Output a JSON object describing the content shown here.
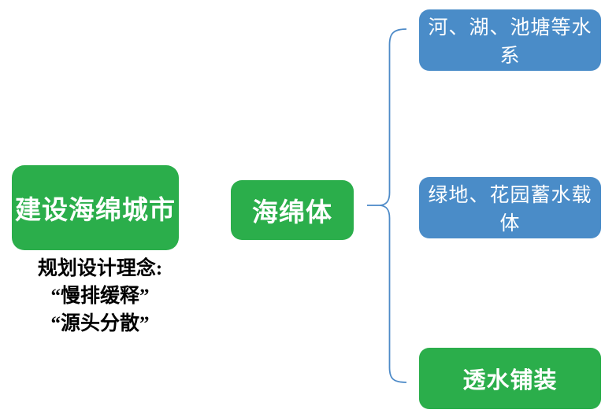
{
  "diagram": {
    "title": "建设海绵城市",
    "root": {
      "label": "建设海绵城市"
    },
    "note": {
      "lines": [
        "规划设计理念:",
        "“慢排缓释”",
        "“源头分散”"
      ]
    },
    "hub": {
      "label": "海绵体"
    },
    "leaves": [
      {
        "label": "河、湖、池塘等水系",
        "color": "blue"
      },
      {
        "label": "绿地、花园蓄水载体",
        "color": "blue"
      },
      {
        "label": "透水铺装",
        "color": "green"
      }
    ],
    "colors": {
      "green_fill": "#2bae4b",
      "blue_fill": "#4a8cc8",
      "brace_stroke": "#4e8bc8",
      "node_text": "#ffffff",
      "note_text": "#000000",
      "background": "#ffffff"
    }
  }
}
